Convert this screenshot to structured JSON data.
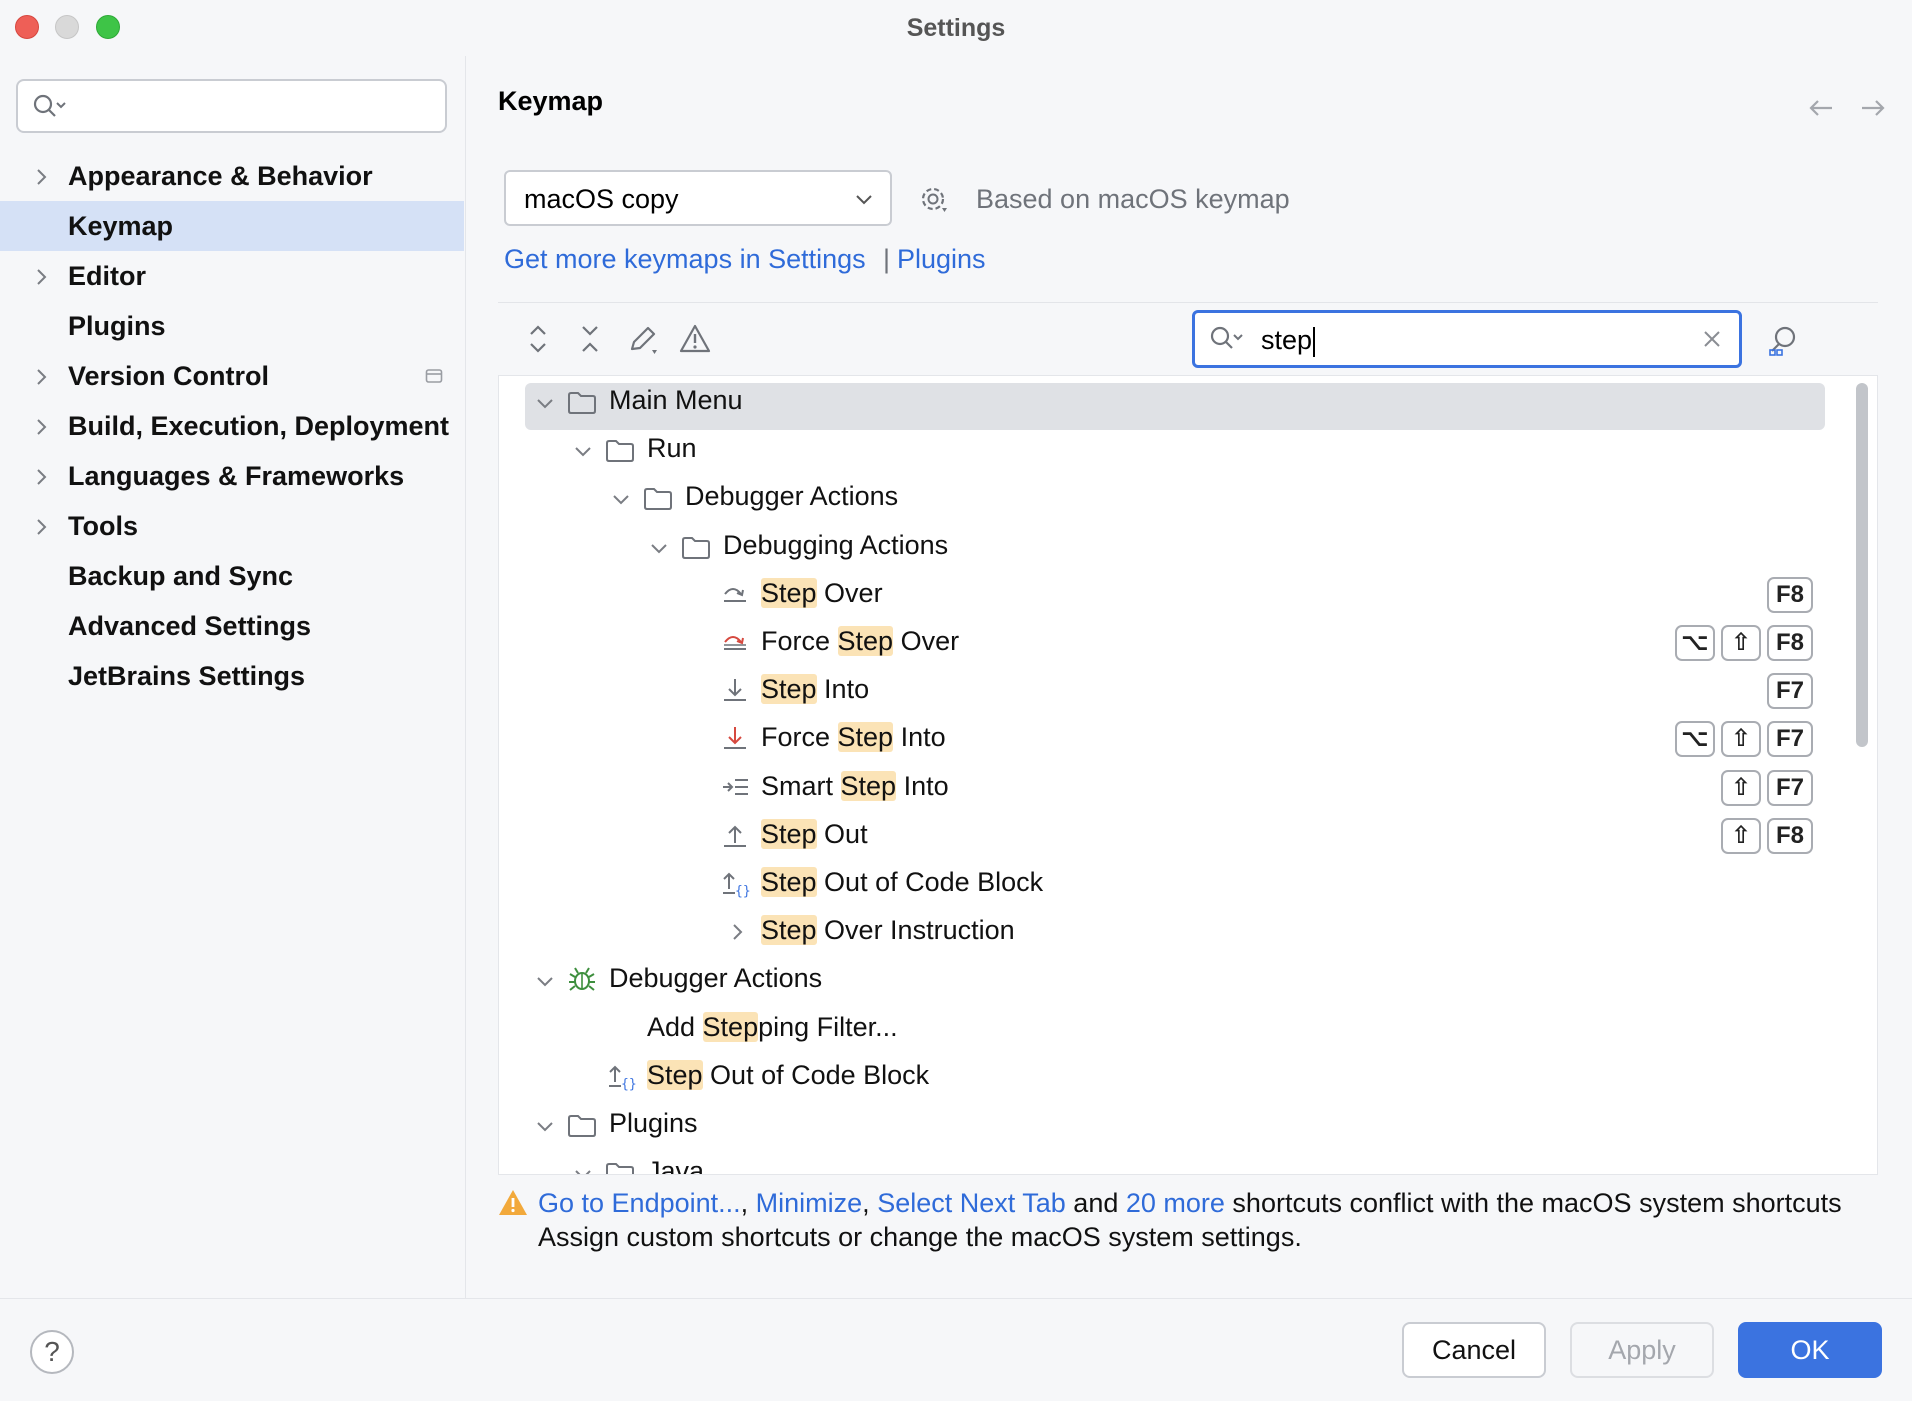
{
  "window": {
    "title": "Settings"
  },
  "sidebar": {
    "search_placeholder": "",
    "items": [
      {
        "label": "Appearance & Behavior",
        "expandable": true
      },
      {
        "label": "Keymap",
        "expandable": false,
        "selected": true
      },
      {
        "label": "Editor",
        "expandable": true
      },
      {
        "label": "Plugins",
        "expandable": false
      },
      {
        "label": "Version Control",
        "expandable": true
      },
      {
        "label": "Build, Execution, Deployment",
        "expandable": true
      },
      {
        "label": "Languages & Frameworks",
        "expandable": true
      },
      {
        "label": "Tools",
        "expandable": true
      },
      {
        "label": "Backup and Sync",
        "expandable": false
      },
      {
        "label": "Advanced Settings",
        "expandable": false
      },
      {
        "label": "JetBrains Settings",
        "expandable": false
      }
    ]
  },
  "keymap": {
    "heading": "Keymap",
    "scheme": "macOS copy",
    "based_on": "Based on macOS keymap",
    "link_get_more": "Get more keymaps in Settings",
    "link_sep": "|",
    "link_plugins": "Plugins",
    "filter_value": "step"
  },
  "tree": {
    "main_menu": "Main Menu",
    "run": "Run",
    "debugger_actions": "Debugger Actions",
    "debugging_actions": "Debugging Actions",
    "actions": [
      {
        "pre": "",
        "hl": "Step",
        "post": " Over",
        "icon": "step-over-icon",
        "keys": [
          "F8"
        ]
      },
      {
        "pre": "Force ",
        "hl": "Step",
        "post": " Over",
        "icon": "force-step-over-icon",
        "keys": [
          "⌥",
          "⇧",
          "F8"
        ]
      },
      {
        "pre": "",
        "hl": "Step",
        "post": " Into",
        "icon": "step-into-icon",
        "keys": [
          "F7"
        ]
      },
      {
        "pre": "Force ",
        "hl": "Step",
        "post": " Into",
        "icon": "force-step-into-icon",
        "keys": [
          "⌥",
          "⇧",
          "F7"
        ]
      },
      {
        "pre": "Smart ",
        "hl": "Step",
        "post": " Into",
        "icon": "smart-step-into-icon",
        "keys": [
          "⇧",
          "F7"
        ]
      },
      {
        "pre": "",
        "hl": "Step",
        "post": " Out",
        "icon": "step-out-icon",
        "keys": [
          "⇧",
          "F8"
        ]
      },
      {
        "pre": "",
        "hl": "Step",
        "post": " Out of Code Block",
        "icon": "step-out-code-block-icon",
        "keys": []
      },
      {
        "pre": "",
        "hl": "Step",
        "post": " Over Instruction",
        "icon": "chevron-right-icon",
        "keys": []
      }
    ],
    "debugger_actions_2": "Debugger Actions",
    "add_stepping": {
      "pre": "Add ",
      "hl": "Step",
      "post": "ping Filter..."
    },
    "step_out_block": {
      "pre": "",
      "hl": "Step",
      "post": " Out of Code Block"
    },
    "plugins": "Plugins",
    "java": "Java"
  },
  "warning": {
    "link1": "Go to Endpoint...",
    "sep1": ", ",
    "link2": "Minimize",
    "sep2": ", ",
    "link3": "Select Next Tab",
    "and": " and ",
    "link4": "20 more",
    "tail": " shortcuts conflict with the macOS system shortcuts",
    "line2": "Assign custom shortcuts or change the macOS system settings."
  },
  "footer": {
    "help": "?",
    "cancel": "Cancel",
    "apply": "Apply",
    "ok": "OK"
  },
  "colors": {
    "accent": "#3b73e0",
    "link": "#2f6bd9",
    "selection": "#d5e1f6",
    "highlight": "#fbe3b6"
  }
}
